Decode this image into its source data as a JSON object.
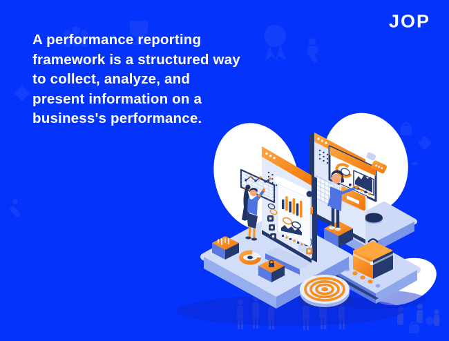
{
  "page": {
    "background": "#0433fb"
  },
  "logo": {
    "text": "JOP"
  },
  "headline": {
    "color": "#ffffff",
    "full_text": "A performance reporting framework is a structured way to collect, analyze, and present information on a business's performance.",
    "lines": [
      "A performance reporting",
      "framework is a structured way",
      "to collect, analyze, and",
      "present information on a",
      "business's performance."
    ]
  },
  "illustration": {
    "name": "performance-reporting-isometric-illustration",
    "icons": [
      "browser-window-icon",
      "bar-chart-icon",
      "line-chart-icon",
      "donut-chart-icon",
      "area-chart-icon",
      "spreadsheet-grid-icon",
      "checklist-icon",
      "folder-icon",
      "lock-icon",
      "briefcase-icon",
      "target-bullseye-icon",
      "speech-bubble-icon"
    ],
    "colors": {
      "accent_orange": "#f78e1e",
      "navy": "#24396e",
      "panel_light": "#e2eafb",
      "platform": "#cfdbf7",
      "figure_blue": "#4f73e3",
      "blob_white": "#ffffff"
    }
  }
}
